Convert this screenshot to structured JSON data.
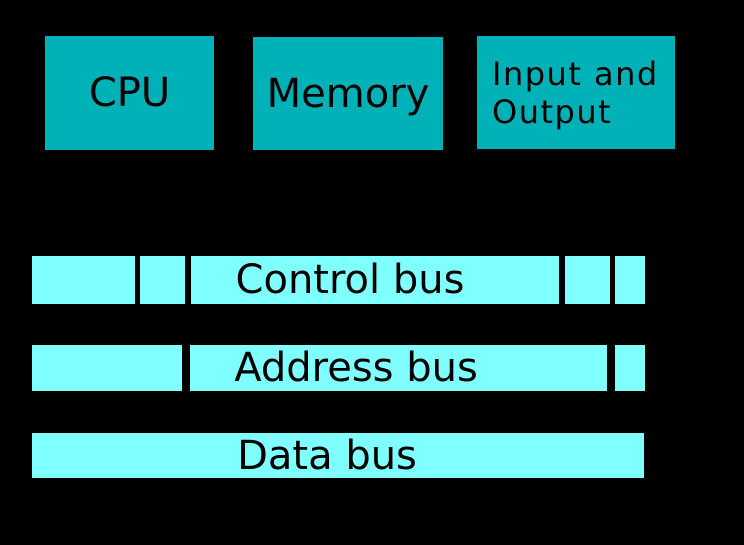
{
  "diagram": {
    "background": "#000000",
    "boxes": [
      {
        "id": "cpu",
        "label": "CPU"
      },
      {
        "id": "memory",
        "label": "Memory"
      },
      {
        "id": "io",
        "label": "Input and\nOutput"
      }
    ],
    "buses": [
      {
        "id": "control",
        "label": "Control bus"
      },
      {
        "id": "address",
        "label": "Address bus"
      },
      {
        "id": "data",
        "label": "Data bus"
      }
    ],
    "colors": {
      "box_fill": "#00b2b8",
      "bus_fill": "#80ffff",
      "label_text": "#000000"
    }
  }
}
